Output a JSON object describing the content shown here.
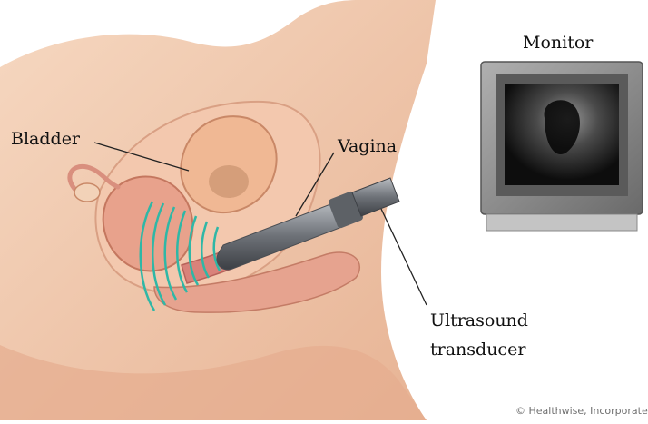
{
  "labels": {
    "monitor": "Monitor",
    "bladder": "Bladder",
    "vagina": "Vagina",
    "ultrasound_line1": "Ultrasound",
    "ultrasound_line2": "transducer"
  },
  "credit": "© Healthwise, Incorporated",
  "colors": {
    "skin": "#f1c9ab",
    "skin_shadow": "#e3ad8c",
    "tissue": "#d98f7e",
    "waves": "#2fb7a6",
    "probe": "#7b7f84",
    "monitor_frame": "#8e8e8e",
    "screen": "#101010"
  }
}
